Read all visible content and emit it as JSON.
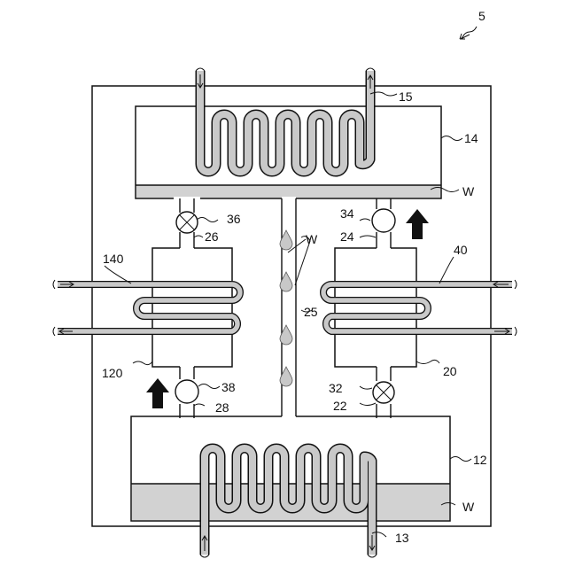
{
  "labels": {
    "device": "5",
    "condenser": "14",
    "condenser_coil": "15",
    "evaporator": "12",
    "evaporator_coil": "13",
    "water_top": "W",
    "water_bottom": "W",
    "droplets": "W",
    "channel": "25",
    "adsorber_left": "120",
    "adsorber_right": "20",
    "left_pipe_in": "140",
    "right_pipe": "40",
    "valve_left_top": "36",
    "valve_left_top_conn": "26",
    "valve_right_top": "34",
    "valve_right_top_conn": "24",
    "valve_left_bottom": "38",
    "valve_left_bottom_conn": "28",
    "valve_right_bottom": "32",
    "valve_right_bottom_conn": "22"
  },
  "colors": {
    "outline": "#111111",
    "water": "#d2d2d2",
    "pipe_fill": "#c9c9c9"
  }
}
